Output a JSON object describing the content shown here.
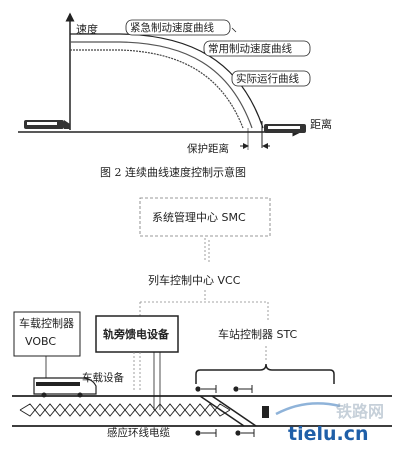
{
  "figure2": {
    "y_axis_label": "速度",
    "x_axis_label": "距离",
    "curve_emergency": "紧急制动速度曲线",
    "curve_service": "常用制动速度曲线",
    "curve_actual": "实际运行曲线",
    "protection_distance": "保护距离",
    "caption": "图 2 连续曲线速度控制示意图"
  },
  "figure3": {
    "smc": "系统管理中心 SMC",
    "vcc": "列车控制中心 VCC",
    "vobc_line1": "车载控制器",
    "vobc_line2": "VOBC",
    "wayside_feed": "轨旁馈电设备",
    "stc": "车站控制器 STC",
    "onboard": "车载设备",
    "loop_cable": "感应环线电缆"
  },
  "watermark": {
    "site_cn": "铁路网",
    "domain": "tielu.cn"
  },
  "colors": {
    "line": "#222222",
    "dashed": "#888888",
    "watermark_blue": "#1f5fa8"
  }
}
